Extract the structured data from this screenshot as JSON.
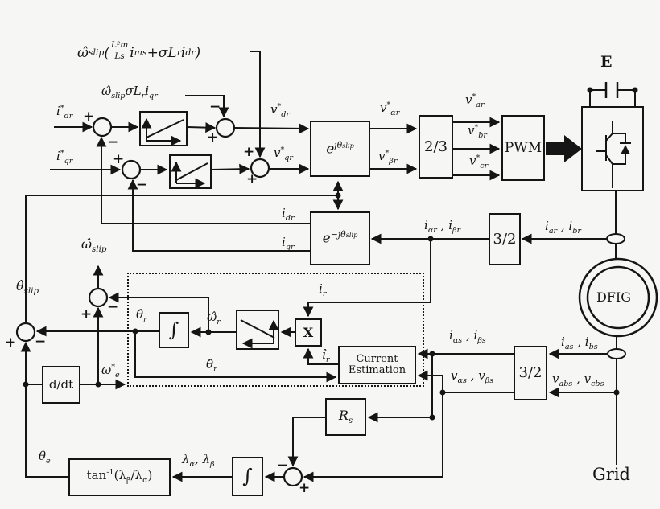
{
  "figure": {
    "bg": "#f6f6f4",
    "ink": "#151515"
  },
  "signs": {
    "plus": "+",
    "minus": "−"
  },
  "blocks": {
    "pwm": "PWM",
    "two_three": "2/3",
    "three_two": "3/2",
    "dfig": "DFIG",
    "grid": "Grid",
    "e_cap": "E",
    "ddt": "d/dt",
    "integral": "∫",
    "mult": "X",
    "current_est_line1": "Current",
    "current_est_line2": "Estimation"
  },
  "labels": {
    "formula_top": [
      {
        "t": "ω̂"
      },
      {
        "t": "slip",
        "m": "b"
      },
      {
        "t": "("
      },
      {
        "t": "L²m|Ls",
        "m": "f"
      },
      {
        "t": "i"
      },
      {
        "t": "ms",
        "m": "b"
      },
      {
        "t": " +σL"
      },
      {
        "t": "r",
        "m": "b"
      },
      {
        "t": "i"
      },
      {
        "t": "dr",
        "m": "b"
      },
      {
        "t": " )"
      }
    ],
    "comp_d": [
      {
        "t": "ω̂"
      },
      {
        "t": "slip",
        "m": "b"
      },
      {
        "t": "σL"
      },
      {
        "t": "r",
        "m": "b"
      },
      {
        "t": "i"
      },
      {
        "t": "qr",
        "m": "b"
      }
    ],
    "idr_ref": [
      {
        "t": "i"
      },
      {
        "t": "*",
        "m": "p"
      },
      {
        "t": "dr",
        "m": "b"
      }
    ],
    "iqr_ref": [
      {
        "t": "i"
      },
      {
        "t": "*",
        "m": "p"
      },
      {
        "t": "qr",
        "m": "b"
      }
    ],
    "vdr_ref": [
      {
        "t": "v"
      },
      {
        "t": "*",
        "m": "p"
      },
      {
        "t": "dr",
        "m": "b"
      }
    ],
    "vqr_ref": [
      {
        "t": "v"
      },
      {
        "t": "*",
        "m": "p"
      },
      {
        "t": "qr",
        "m": "b"
      }
    ],
    "valphar_ref": [
      {
        "t": "v"
      },
      {
        "t": "*",
        "m": "p"
      },
      {
        "t": "αr",
        "m": "b"
      }
    ],
    "vbetar_ref": [
      {
        "t": "v"
      },
      {
        "t": "*",
        "m": "p"
      },
      {
        "t": "βr",
        "m": "b"
      }
    ],
    "var_ref": [
      {
        "t": "v"
      },
      {
        "t": "*",
        "m": "p"
      },
      {
        "t": "ar",
        "m": "b"
      }
    ],
    "vbr_ref": [
      {
        "t": "v"
      },
      {
        "t": "*",
        "m": "p"
      },
      {
        "t": "br",
        "m": "b"
      }
    ],
    "vcr_ref": [
      {
        "t": "v"
      },
      {
        "t": "*",
        "m": "p"
      },
      {
        "t": "cr",
        "m": "b"
      }
    ],
    "e_jtheta": [
      {
        "t": "e"
      },
      {
        "t": "jθ",
        "m": "p"
      },
      {
        "t": "slip",
        "m": "pb"
      }
    ],
    "e_mjtheta": [
      {
        "t": "e"
      },
      {
        "t": "−jθ",
        "m": "p"
      },
      {
        "t": "slip",
        "m": "pb"
      }
    ],
    "idr": [
      {
        "t": "i"
      },
      {
        "t": "dr",
        "m": "b"
      }
    ],
    "iqr": [
      {
        "t": "i"
      },
      {
        "t": "qr",
        "m": "b"
      }
    ],
    "ialphar_ibetar": [
      {
        "t": "i"
      },
      {
        "t": "αr",
        "m": "b"
      },
      {
        "t": " , i"
      },
      {
        "t": "βr",
        "m": "b"
      }
    ],
    "iar_ibr": [
      {
        "t": "i"
      },
      {
        "t": "ar",
        "m": "b"
      },
      {
        "t": " , i"
      },
      {
        "t": "br",
        "m": "b"
      }
    ],
    "omega_slip_hat": [
      {
        "t": "ω̂"
      },
      {
        "t": "slip",
        "m": "b"
      }
    ],
    "theta_slip_hat": [
      {
        "t": "θ̂"
      },
      {
        "t": "slip",
        "m": "b"
      }
    ],
    "omega_e_ref": [
      {
        "t": "ω"
      },
      {
        "t": "*",
        "m": "p"
      },
      {
        "t": "e",
        "m": "b"
      }
    ],
    "theta_r_hat": [
      {
        "t": "θ̂"
      },
      {
        "t": "r",
        "m": "b"
      }
    ],
    "omega_r_hat": [
      {
        "t": "ω̂"
      },
      {
        "t": "r",
        "m": "b"
      }
    ],
    "i_r": [
      {
        "t": "i"
      },
      {
        "t": "r",
        "m": "b"
      }
    ],
    "i_r_hat": [
      {
        "t": "î"
      },
      {
        "t": "r",
        "m": "b"
      }
    ],
    "ialphas_ibetas": [
      {
        "t": "i"
      },
      {
        "t": "αs",
        "m": "b"
      },
      {
        "t": " , i"
      },
      {
        "t": "βs",
        "m": "b"
      }
    ],
    "valphas_vbetas": [
      {
        "t": "v"
      },
      {
        "t": "αs",
        "m": "b"
      },
      {
        "t": " , v"
      },
      {
        "t": "βs",
        "m": "b"
      }
    ],
    "ias_ibs": [
      {
        "t": "i"
      },
      {
        "t": "as",
        "m": "b"
      },
      {
        "t": " , i"
      },
      {
        "t": "bs",
        "m": "b"
      }
    ],
    "vabs_vcbs": [
      {
        "t": "v"
      },
      {
        "t": "abs",
        "m": "b"
      },
      {
        "t": " , v"
      },
      {
        "t": "cbs",
        "m": "b"
      }
    ],
    "rs": [
      {
        "t": "R"
      },
      {
        "t": "s",
        "m": "b"
      }
    ],
    "lambda_ab": [
      {
        "t": "λ"
      },
      {
        "t": "α",
        "m": "b"
      },
      {
        "t": ", λ"
      },
      {
        "t": "β",
        "m": "b"
      }
    ],
    "atan": [
      {
        "t": "tan"
      },
      {
        "t": "-1",
        "m": "p"
      },
      {
        "t": "(λ"
      },
      {
        "t": "β",
        "m": "b"
      },
      {
        "t": "/λ"
      },
      {
        "t": "α",
        "m": "b"
      },
      {
        "t": ")"
      }
    ],
    "theta_e": [
      {
        "t": "θ"
      },
      {
        "t": "e",
        "m": "b"
      }
    ]
  }
}
